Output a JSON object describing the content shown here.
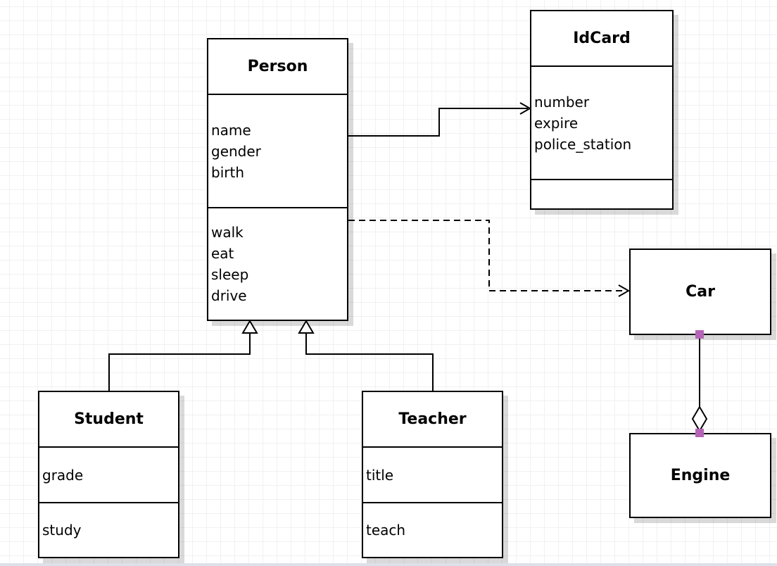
{
  "colors": {
    "box_border": "#000000",
    "line": "#000000",
    "shadow": "rgba(0,0,0,0.15)",
    "grid": "#f1f1f3",
    "endpoint": "#b565b5"
  },
  "classes": {
    "person": {
      "title": "Person",
      "attributes": [
        "name",
        "gender",
        "birth"
      ],
      "methods": [
        "walk",
        "eat",
        "sleep",
        "drive"
      ]
    },
    "idcard": {
      "title": "IdCard",
      "attributes": [
        "number",
        "expire",
        "police_station"
      ],
      "methods": []
    },
    "car": {
      "title": "Car",
      "attributes": [],
      "methods": []
    },
    "engine": {
      "title": "Engine",
      "attributes": [],
      "methods": []
    },
    "student": {
      "title": "Student",
      "attributes": [
        "grade"
      ],
      "methods": [
        "study"
      ]
    },
    "teacher": {
      "title": "Teacher",
      "attributes": [
        "title"
      ],
      "methods": [
        "teach"
      ]
    }
  },
  "relations": [
    {
      "from": "Person",
      "to": "IdCard",
      "type": "association",
      "line": "solid",
      "arrow": "open-arrow"
    },
    {
      "from": "Person",
      "to": "Car",
      "type": "dependency",
      "line": "dashed",
      "arrow": "open-arrow"
    },
    {
      "from": "Student",
      "to": "Person",
      "type": "generalization",
      "line": "solid",
      "arrow": "hollow-triangle"
    },
    {
      "from": "Teacher",
      "to": "Person",
      "type": "generalization",
      "line": "solid",
      "arrow": "hollow-triangle"
    },
    {
      "from": "Car",
      "to": "Engine",
      "type": "aggregation",
      "line": "solid",
      "arrow": "hollow-diamond",
      "endpoint_color": "#b565b5"
    }
  ]
}
